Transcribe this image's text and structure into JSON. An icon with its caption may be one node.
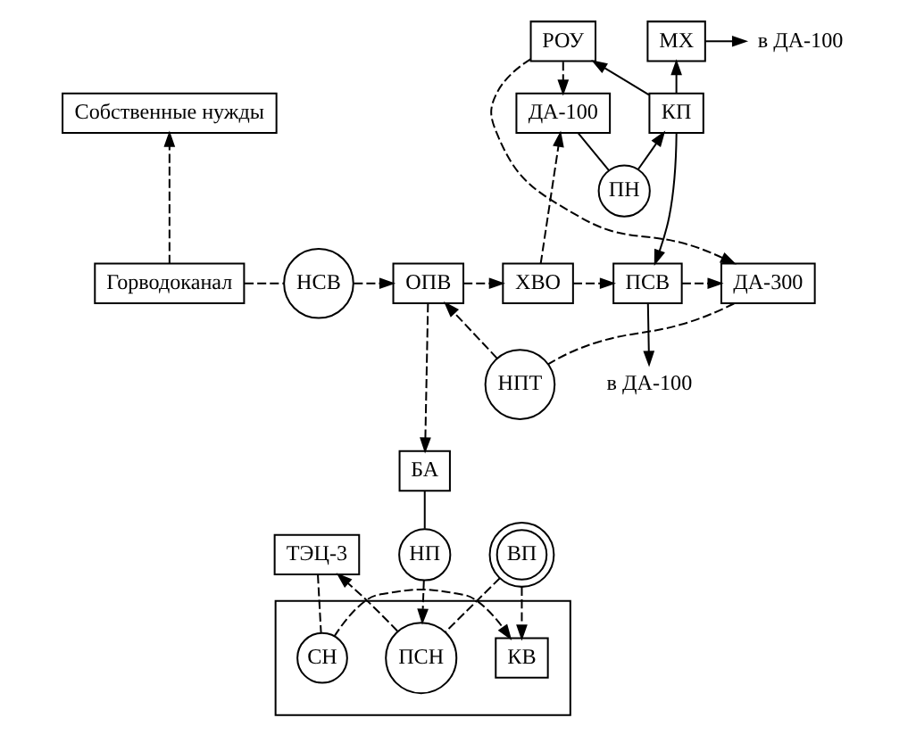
{
  "diagram": {
    "nodes": [
      {
        "text": [
          "в ДА-100"
        ]
      },
      {
        "text": [
          "МХ"
        ]
      },
      {
        "text": [
          "РОУ"
        ]
      },
      {
        "text": [
          "КП"
        ]
      },
      {
        "text": [
          "ДА-100"
        ]
      },
      {
        "text": [
          "Собственные нужды"
        ]
      },
      {
        "text": [
          "ПН"
        ]
      },
      {
        "text": [
          "Горводоканал"
        ]
      },
      {
        "text": [
          "НСВ"
        ]
      },
      {
        "text": [
          "ОПВ"
        ]
      },
      {
        "text": [
          "ХВО"
        ]
      },
      {
        "text": [
          "ПСВ"
        ]
      },
      {
        "text": [
          "ДА-300"
        ]
      },
      {
        "text": [
          "в ДА-100"
        ]
      },
      {
        "text": [
          "НПТ"
        ]
      },
      {
        "text": [
          "БА"
        ]
      },
      {
        "text": [
          "НП"
        ]
      },
      {
        "text": [],
        "shape": "box"
      },
      {
        "text": [
          "ПСН"
        ],
        "in": 17
      },
      {
        "text": [
          "ВП"
        ]
      },
      {
        "text": [
          "ТЭЦ-3"
        ]
      },
      {
        "text": [
          "КВ"
        ],
        "in": 17
      },
      {
        "text": [
          "СН"
        ],
        "in": 17
      }
    ],
    "edges": [
      {
        "from": 7,
        "to": 5,
        "arrow": "to",
        "style": "dashed"
      },
      {
        "from": 7,
        "to": 8,
        "arrow": "none",
        "style": "dashed"
      },
      {
        "from": 8,
        "to": 9,
        "arrow": "to",
        "style": "dashed"
      },
      {
        "from": 9,
        "to": 10,
        "arrow": "to",
        "style": "dashed"
      },
      {
        "from": 10,
        "to": 11,
        "arrow": "to",
        "style": "dashed"
      },
      {
        "from": 11,
        "to": 13,
        "arrow": "to"
      },
      {
        "from": 11,
        "to": 12,
        "arrow": "to",
        "style": "dashed"
      },
      {
        "from": 10,
        "to": 4,
        "arrow": "to",
        "style": "dashed"
      },
      {
        "from": 3,
        "to": 1,
        "arrow": "to"
      },
      {
        "from": 1,
        "to": 0,
        "arrow": "to"
      },
      {
        "from": 3,
        "to": 2,
        "arrow": "to"
      },
      {
        "from": 3,
        "to": 11,
        "arrow": "to"
      },
      {
        "from": 4,
        "to": 6,
        "arrow": "none"
      },
      {
        "from": 6,
        "to": 3,
        "arrow": "to"
      },
      {
        "from": 2,
        "to": 4,
        "arrow": "to",
        "style": "dashed"
      },
      {
        "from": 2,
        "to": 12,
        "arrow": "to",
        "style": "dashed"
      },
      {
        "from": 12,
        "to": 14,
        "arrow": "none",
        "style": "dashed"
      },
      {
        "from": 14,
        "to": 9,
        "arrow": "to",
        "style": "dashed"
      },
      {
        "from": 9,
        "to": 15,
        "arrow": "to",
        "style": "dashed"
      },
      {
        "from": 15,
        "to": 16,
        "arrow": "none"
      },
      {
        "from": 16,
        "to": 18,
        "arrow": "to",
        "style": "dashed"
      },
      {
        "from": 19,
        "to": 18,
        "arrow": "none",
        "style": "dashed"
      },
      {
        "from": 19,
        "to": 21,
        "arrow": "to",
        "style": "dashed"
      },
      {
        "from": 18,
        "to": 20,
        "arrow": "to",
        "style": "dashed"
      },
      {
        "from": 20,
        "to": 22,
        "arrow": "none",
        "style": "dashed"
      },
      {
        "from": 22,
        "to": 21,
        "arrow": "to",
        "style": "dashed"
      }
    ]
  }
}
